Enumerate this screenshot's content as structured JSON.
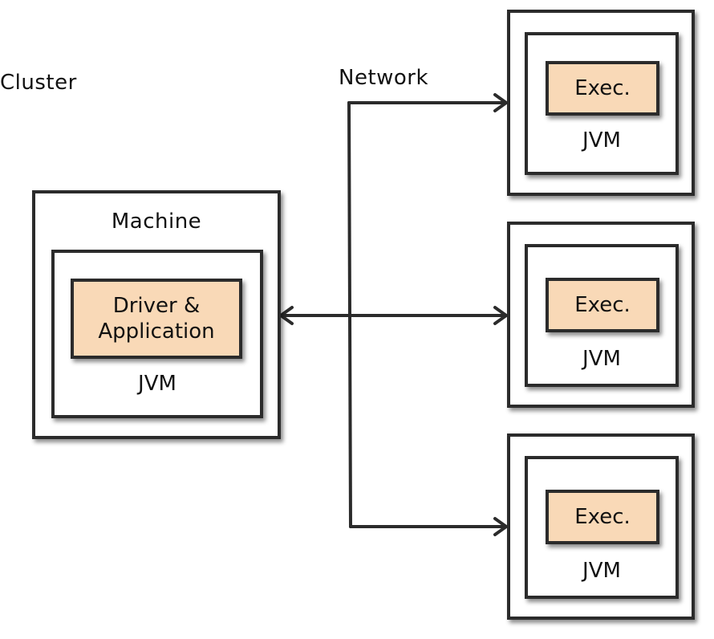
{
  "labels": {
    "cluster": "Cluster",
    "network": "Network",
    "machine": "Machine"
  },
  "driver": {
    "line1": "Driver &",
    "line2": "Application",
    "jvm": "JVM"
  },
  "executors": [
    {
      "label": "Exec.",
      "jvm": "JVM"
    },
    {
      "label": "Exec.",
      "jvm": "JVM"
    },
    {
      "label": "Exec.",
      "jvm": "JVM"
    }
  ],
  "colors": {
    "process_fill": "#f9d9b7",
    "stroke": "#2b2b2b"
  }
}
